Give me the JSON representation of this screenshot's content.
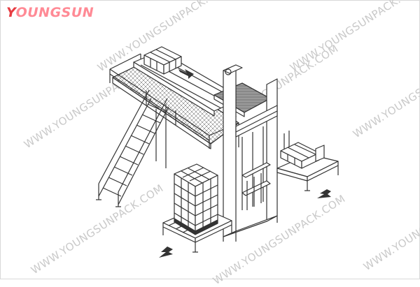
{
  "brand": {
    "initial": "Y",
    "rest": "OUNGSUN"
  },
  "watermark": "WWW.YOUNGSUNPACK.COM",
  "colors": {
    "brand_red": "#e73c42",
    "brand_pink": "#ff8a95",
    "line": "#333333",
    "watermark": "#c9c9c9",
    "dark_plate": "#9a9a9a"
  },
  "icons": [
    "direction-arrow-icon",
    "direction-arrow-icon",
    "direction-arrow-icon"
  ]
}
